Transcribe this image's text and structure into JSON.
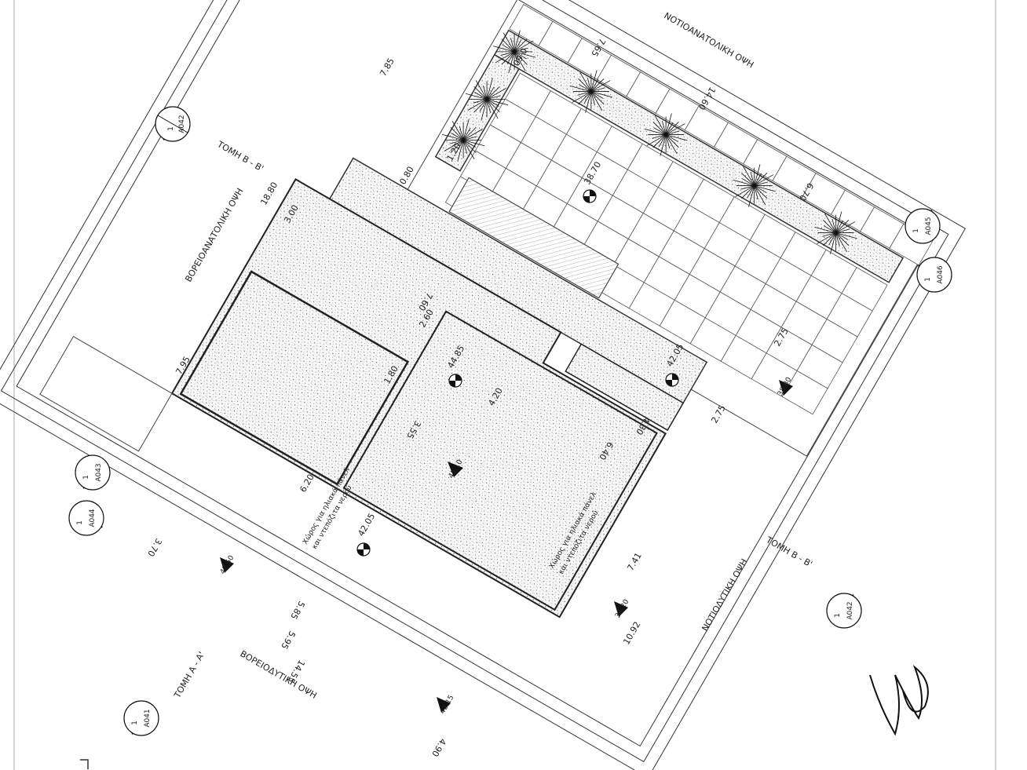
{
  "plan": {
    "rotation_deg": 30,
    "elevations": {
      "southeast": "ΝΟΤΙΟΑΝΑΤΟΛΙΚΗ ΟΨΗ",
      "northeast": "ΒΟΡΕΙΟΑΝΑΤΟΛΙΚΗ ΟΨΗ",
      "northwest": "ΒΟΡΕΙΟΔΥΤΙΚΗ ΟΨΗ",
      "southwest": "ΝΟΤΙΟΔΥΤΙΚΗ ΟΨΗ"
    },
    "sections": {
      "bb_top": "ΤΟΜΗ Β - Β'",
      "bb_bottom": "ΤΟΜΗ Β - Β'",
      "aa": "ΤΟΜΗ Α - Α'"
    },
    "dimensions": {
      "d_7_85": "7.85",
      "d_18_80": "18.80",
      "d_3_00": "3.00",
      "d_7_95": "7.95",
      "d_7_65": "7.65",
      "d_14_60": "14.60",
      "d_6_70": "6.70",
      "d_7_60": "7.60",
      "d_2_60": "2.60",
      "d_1_80": "1.80",
      "d_4_20": "4.20",
      "d_3_55": "3.55",
      "d_4_30": "4.30",
      "d_6_40": "6.40",
      "d_2_75a": "2.75",
      "d_2_75b": "2.75",
      "d_6_20": "6.20",
      "d_5_85": "5.85",
      "d_7_41": "7.41",
      "d_10_92": "10.92",
      "d_3_70": "3.70",
      "d_5_95": "5.95",
      "d_14_55": "14.55",
      "d_4_90": "4.90",
      "d_0_60": "0.60",
      "d_1_20": "1.20",
      "d_0_80": "0.80"
    },
    "levels": {
      "l_38_70": "38.70",
      "l_44_85": "44.85",
      "l_42_05a": "42.05",
      "l_42_05b": "42.05",
      "l_45_10": "45.10",
      "l_42_50": "42.50",
      "l_38_80": "38.80",
      "l_39_20": "39.20",
      "l_42_15": "42.15"
    },
    "annotations": {
      "pebbles_1": "Χώρος για ηλιακά πάνελ",
      "pebbles_1b": "και ντεπόζιτα νερού",
      "pebbles_2": "Χώρος για ηλιακά πάνελ",
      "pebbles_2b": "και ντεπόζιτα νερού"
    },
    "section_markers": [
      {
        "num": "1",
        "sheet": "A042"
      },
      {
        "num": "1",
        "sheet": "A045"
      },
      {
        "num": "1",
        "sheet": "A046"
      },
      {
        "num": "1",
        "sheet": "A043"
      },
      {
        "num": "1",
        "sheet": "A044"
      },
      {
        "num": "1",
        "sheet": "A042"
      },
      {
        "num": "1",
        "sheet": "A041"
      }
    ]
  }
}
